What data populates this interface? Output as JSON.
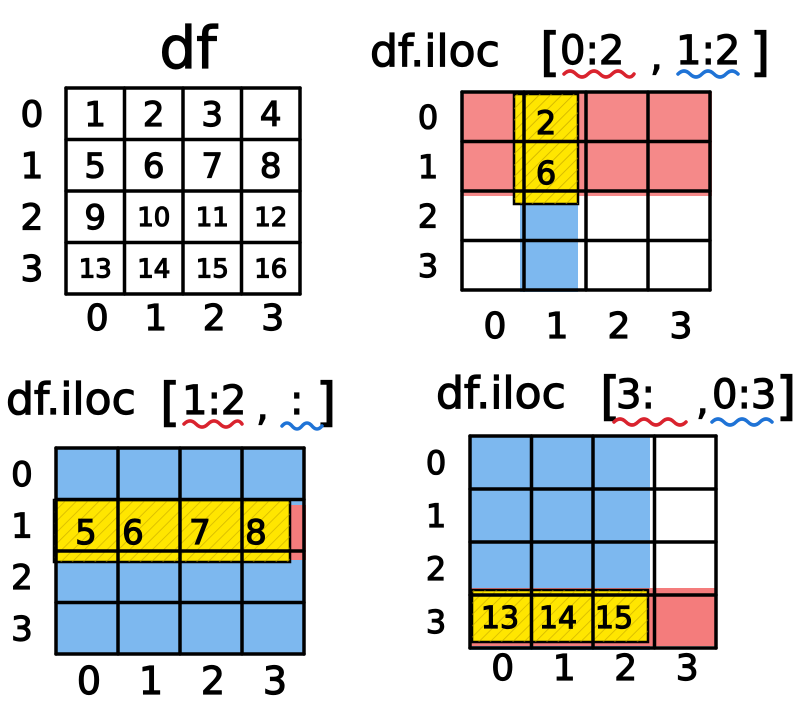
{
  "titles": {
    "df": "df",
    "p2": {
      "prefix": "df.iloc",
      "bracket_open": "[",
      "row_sel": "0:2",
      "comma": ",",
      "col_sel": "1:2",
      "bracket_close": "]"
    },
    "p3": {
      "prefix": "df.iloc",
      "bracket_open": "[",
      "row_sel": "1:2",
      "comma": ",",
      "col_sel": ":",
      "bracket_close": "]"
    },
    "p4": {
      "prefix": "df.iloc",
      "bracket_open": "[",
      "row_sel": "3:",
      "comma": ",",
      "col_sel": "0:3",
      "bracket_close": "]"
    }
  },
  "row_labels": [
    "0",
    "1",
    "2",
    "3"
  ],
  "col_labels": [
    "0",
    "1",
    "2",
    "3"
  ],
  "cells": [
    [
      "1",
      "2",
      "3",
      "4"
    ],
    [
      "5",
      "6",
      "7",
      "8"
    ],
    [
      "9",
      "10",
      "11",
      "12"
    ],
    [
      "13",
      "14",
      "15",
      "16"
    ]
  ],
  "colors": {
    "row_highlight": "#f47c7c",
    "col_highlight": "#7db8ef",
    "selection": "#ffe600",
    "row_underline": "#d9232e",
    "col_underline": "#1f73d6"
  }
}
